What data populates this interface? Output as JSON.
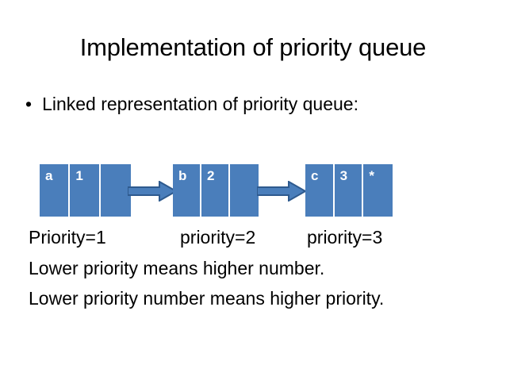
{
  "slide": {
    "title": "Implementation of priority queue",
    "bullet": {
      "marker": "•",
      "text": "Linked representation of priority queue:"
    },
    "diagram": {
      "nodes": [
        {
          "name": "node-a",
          "cells": [
            "a",
            "1",
            ""
          ]
        },
        {
          "name": "node-b",
          "cells": [
            "b",
            "2",
            ""
          ]
        },
        {
          "name": "node-c",
          "cells": [
            "c",
            "3",
            "*"
          ]
        }
      ],
      "arrows": [
        {
          "name": "link-arrow-a-to-b"
        },
        {
          "name": "link-arrow-b-to-c"
        }
      ],
      "colors": {
        "node_fill": "#4a7ebb",
        "node_divider": "#ffffff",
        "node_text": "#ffffff",
        "arrow_fill": "#4a7ebb",
        "arrow_outline": "#2e5a8e"
      }
    },
    "priority_labels": [
      "Priority=1",
      "priority=2",
      "priority=3"
    ],
    "statements": [
      "Lower priority means higher number.",
      "Lower priority number means higher priority."
    ]
  }
}
